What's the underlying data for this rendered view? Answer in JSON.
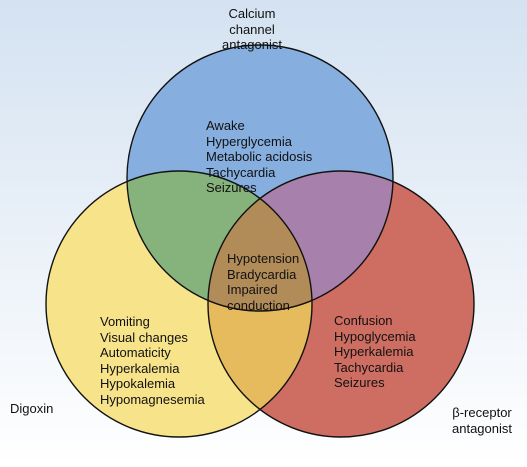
{
  "labels": {
    "calcium": [
      "Calcium",
      "channel",
      "antagonist"
    ],
    "digoxin": "Digoxin",
    "beta": [
      "β-receptor",
      "antagonist"
    ]
  },
  "calcium_only": [
    "Awake",
    "Hyperglycemia",
    "Metabolic acidosis",
    "Tachycardia",
    "Seizures"
  ],
  "center": [
    "Hypotension",
    "Bradycardia",
    "Impaired",
    "conduction"
  ],
  "digoxin_only": [
    "Vomiting",
    "Visual changes",
    "Automaticity",
    "Hyperkalemia",
    "Hypokalemia",
    "Hypomagnesemia"
  ],
  "beta_only": [
    "Confusion",
    "Hypoglycemia",
    "Hyperkalemia",
    "Tachycardia",
    "Seizures"
  ],
  "colors": {
    "background_top": "#d4e2f1",
    "background_bottom": "#ffffff",
    "calcium_circle": "#86aede",
    "digoxin_circle": "#f7e48a",
    "beta_circle": "#ce6e62",
    "calcium_digoxin_overlap": "#86b27b",
    "calcium_beta_overlap": "#a781ab",
    "digoxin_beta_overlap": "#e6bb5d",
    "center_overlap": "#b28c58",
    "outline": "#111111"
  }
}
